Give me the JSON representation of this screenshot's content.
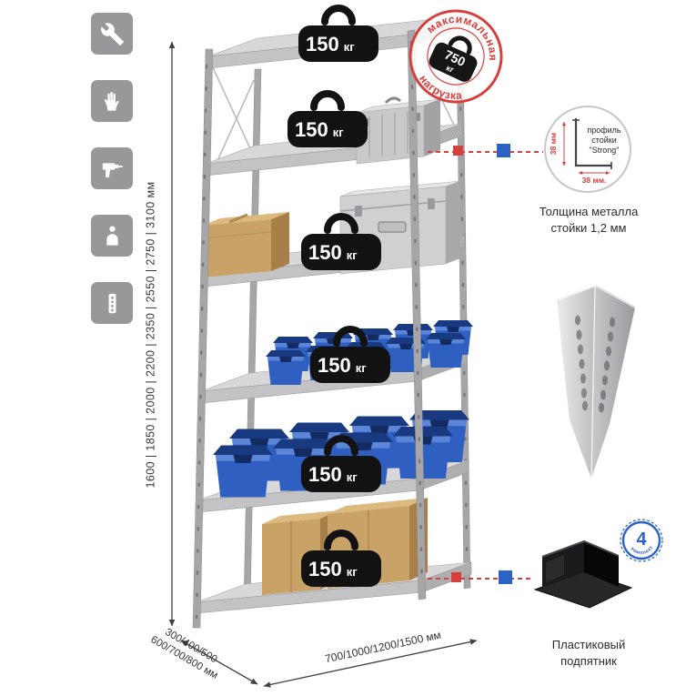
{
  "colors": {
    "accent_red": "#d6403c",
    "accent_blue": "#2b62c5",
    "bin_blue": "#2f5fc0",
    "icon_gray": "#98989b"
  },
  "feature_icons": [
    {
      "name": "wrench"
    },
    {
      "name": "gloves"
    },
    {
      "name": "drill"
    },
    {
      "name": "person"
    },
    {
      "name": "perforated-post"
    }
  ],
  "rack": {
    "shelf_count": 6,
    "load_badge": {
      "value": "150",
      "unit": "кг"
    }
  },
  "max_load_stamp": {
    "arc_top": "максимальная",
    "arc_bottom": "нагрузка",
    "weight_value": "750",
    "weight_unit": "кг"
  },
  "dimensions": {
    "height": "1600 | 1850 | 2000 | 2200 | 2350 | 2550 | 2750 | 3100 мм",
    "depth_line1": "300/400/500",
    "depth_line2": "600/700/800 мм",
    "width": "700/1000/1200/1500 мм"
  },
  "profile_callout": {
    "dim_vertical": "38 мм",
    "dim_horizontal": "38 мм.",
    "label_line1": "профиль",
    "label_line2": "стойки",
    "label_line3": "\"Strong\"",
    "caption_line1": "Толщина металла",
    "caption_line2": "стойки 1,2 мм"
  },
  "foot_callout": {
    "badge_number": "4",
    "badge_text": "в комплекте",
    "caption_line1": "Пластиковый",
    "caption_line2": "подпятник"
  }
}
